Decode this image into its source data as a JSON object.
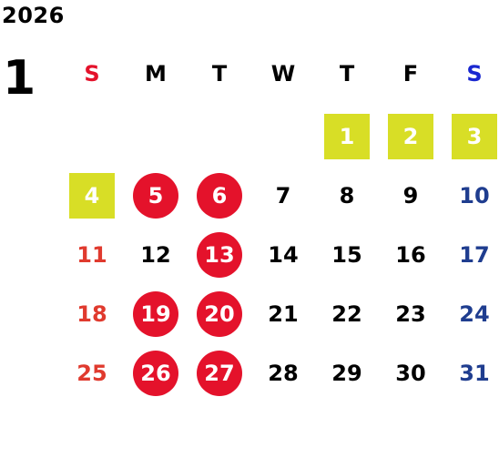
{
  "year": "2026",
  "month": "1",
  "weekdays": [
    {
      "label": "S",
      "color": "#e4122b"
    },
    {
      "label": "M",
      "color": "#000000"
    },
    {
      "label": "T",
      "color": "#000000"
    },
    {
      "label": "W",
      "color": "#000000"
    },
    {
      "label": "T",
      "color": "#000000"
    },
    {
      "label": "F",
      "color": "#000000"
    },
    {
      "label": "S",
      "color": "#1a28d0"
    }
  ],
  "colors": {
    "sunday_text": "#e03a2e",
    "saturday_text": "#1f3d8f",
    "weekday_text": "#000000",
    "box_highlight": "#d8de26",
    "circle_highlight": "#e4122b"
  },
  "days": [
    {
      "n": "1",
      "col": 4,
      "row": 0,
      "style": "box"
    },
    {
      "n": "2",
      "col": 5,
      "row": 0,
      "style": "box"
    },
    {
      "n": "3",
      "col": 6,
      "row": 0,
      "style": "box"
    },
    {
      "n": "4",
      "col": 0,
      "row": 1,
      "style": "box"
    },
    {
      "n": "5",
      "col": 1,
      "row": 1,
      "style": "circle"
    },
    {
      "n": "6",
      "col": 2,
      "row": 1,
      "style": "circle"
    },
    {
      "n": "7",
      "col": 3,
      "row": 1,
      "style": ""
    },
    {
      "n": "8",
      "col": 4,
      "row": 1,
      "style": ""
    },
    {
      "n": "9",
      "col": 5,
      "row": 1,
      "style": ""
    },
    {
      "n": "10",
      "col": 6,
      "row": 1,
      "style": ""
    },
    {
      "n": "11",
      "col": 0,
      "row": 2,
      "style": ""
    },
    {
      "n": "12",
      "col": 1,
      "row": 2,
      "style": ""
    },
    {
      "n": "13",
      "col": 2,
      "row": 2,
      "style": "circle"
    },
    {
      "n": "14",
      "col": 3,
      "row": 2,
      "style": ""
    },
    {
      "n": "15",
      "col": 4,
      "row": 2,
      "style": ""
    },
    {
      "n": "16",
      "col": 5,
      "row": 2,
      "style": ""
    },
    {
      "n": "17",
      "col": 6,
      "row": 2,
      "style": ""
    },
    {
      "n": "18",
      "col": 0,
      "row": 3,
      "style": ""
    },
    {
      "n": "19",
      "col": 1,
      "row": 3,
      "style": "circle"
    },
    {
      "n": "20",
      "col": 2,
      "row": 3,
      "style": "circle"
    },
    {
      "n": "21",
      "col": 3,
      "row": 3,
      "style": ""
    },
    {
      "n": "22",
      "col": 4,
      "row": 3,
      "style": ""
    },
    {
      "n": "23",
      "col": 5,
      "row": 3,
      "style": ""
    },
    {
      "n": "24",
      "col": 6,
      "row": 3,
      "style": ""
    },
    {
      "n": "25",
      "col": 0,
      "row": 4,
      "style": ""
    },
    {
      "n": "26",
      "col": 1,
      "row": 4,
      "style": "circle"
    },
    {
      "n": "27",
      "col": 2,
      "row": 4,
      "style": "circle"
    },
    {
      "n": "28",
      "col": 3,
      "row": 4,
      "style": ""
    },
    {
      "n": "29",
      "col": 4,
      "row": 4,
      "style": ""
    },
    {
      "n": "30",
      "col": 5,
      "row": 4,
      "style": ""
    },
    {
      "n": "31",
      "col": 6,
      "row": 4,
      "style": ""
    }
  ]
}
